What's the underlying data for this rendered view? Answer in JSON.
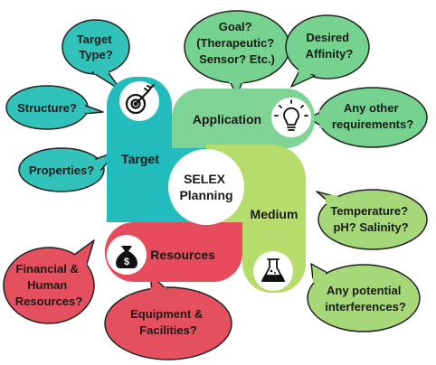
{
  "colors": {
    "teal": "#22bcbc",
    "green": "#7fd394",
    "lime": "#b6dc6c",
    "red": "#e64c5b",
    "bubble_teal": "#31c3b9",
    "bubble_green": "#76d28f",
    "bubble_lime": "#a6d87a",
    "bubble_red": "#e5505f",
    "text": "#1a1a1a",
    "outline": "#222222"
  },
  "center": {
    "line1": "SELEX",
    "line2": "Planning"
  },
  "arms": {
    "target": {
      "label": "Target",
      "icon": "target-arrow-icon"
    },
    "application": {
      "label": "Application",
      "icon": "lightbulb-icon"
    },
    "medium": {
      "label": "Medium",
      "icon": "flask-icon"
    },
    "resources": {
      "label": "Resources",
      "icon": "money-bag-icon"
    }
  },
  "bubbles": {
    "target_type": [
      "Target",
      "Type?"
    ],
    "structure": [
      "Structure?"
    ],
    "properties": [
      "Properties?"
    ],
    "goal": [
      "Goal?",
      "(Therapeutic?",
      "Sensor? Etc.)"
    ],
    "desired_affinity": [
      "Desired",
      "Affinity?"
    ],
    "other_requirements": [
      "Any other",
      "requirements?"
    ],
    "temperature": [
      "Temperature?",
      "pH? Salinity?"
    ],
    "interferences": [
      "Any potential",
      "interferences?"
    ],
    "financial": [
      "Financial &",
      "Human",
      "Resources?"
    ],
    "equipment": [
      "Equipment &",
      "Facilities?"
    ]
  }
}
